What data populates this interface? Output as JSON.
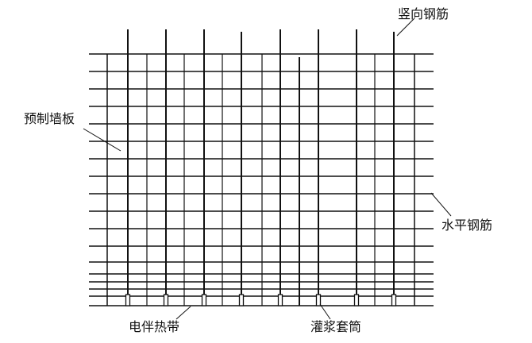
{
  "labels": {
    "vertical_rebar": "竖向钢筋",
    "precast_wall": "预制墙板",
    "horizontal_rebar": "水平钢筋",
    "heating_tape": "电伴热带",
    "grout_sleeve": "灌浆套筒"
  },
  "colors": {
    "line": "#111111",
    "background": "#ffffff"
  }
}
